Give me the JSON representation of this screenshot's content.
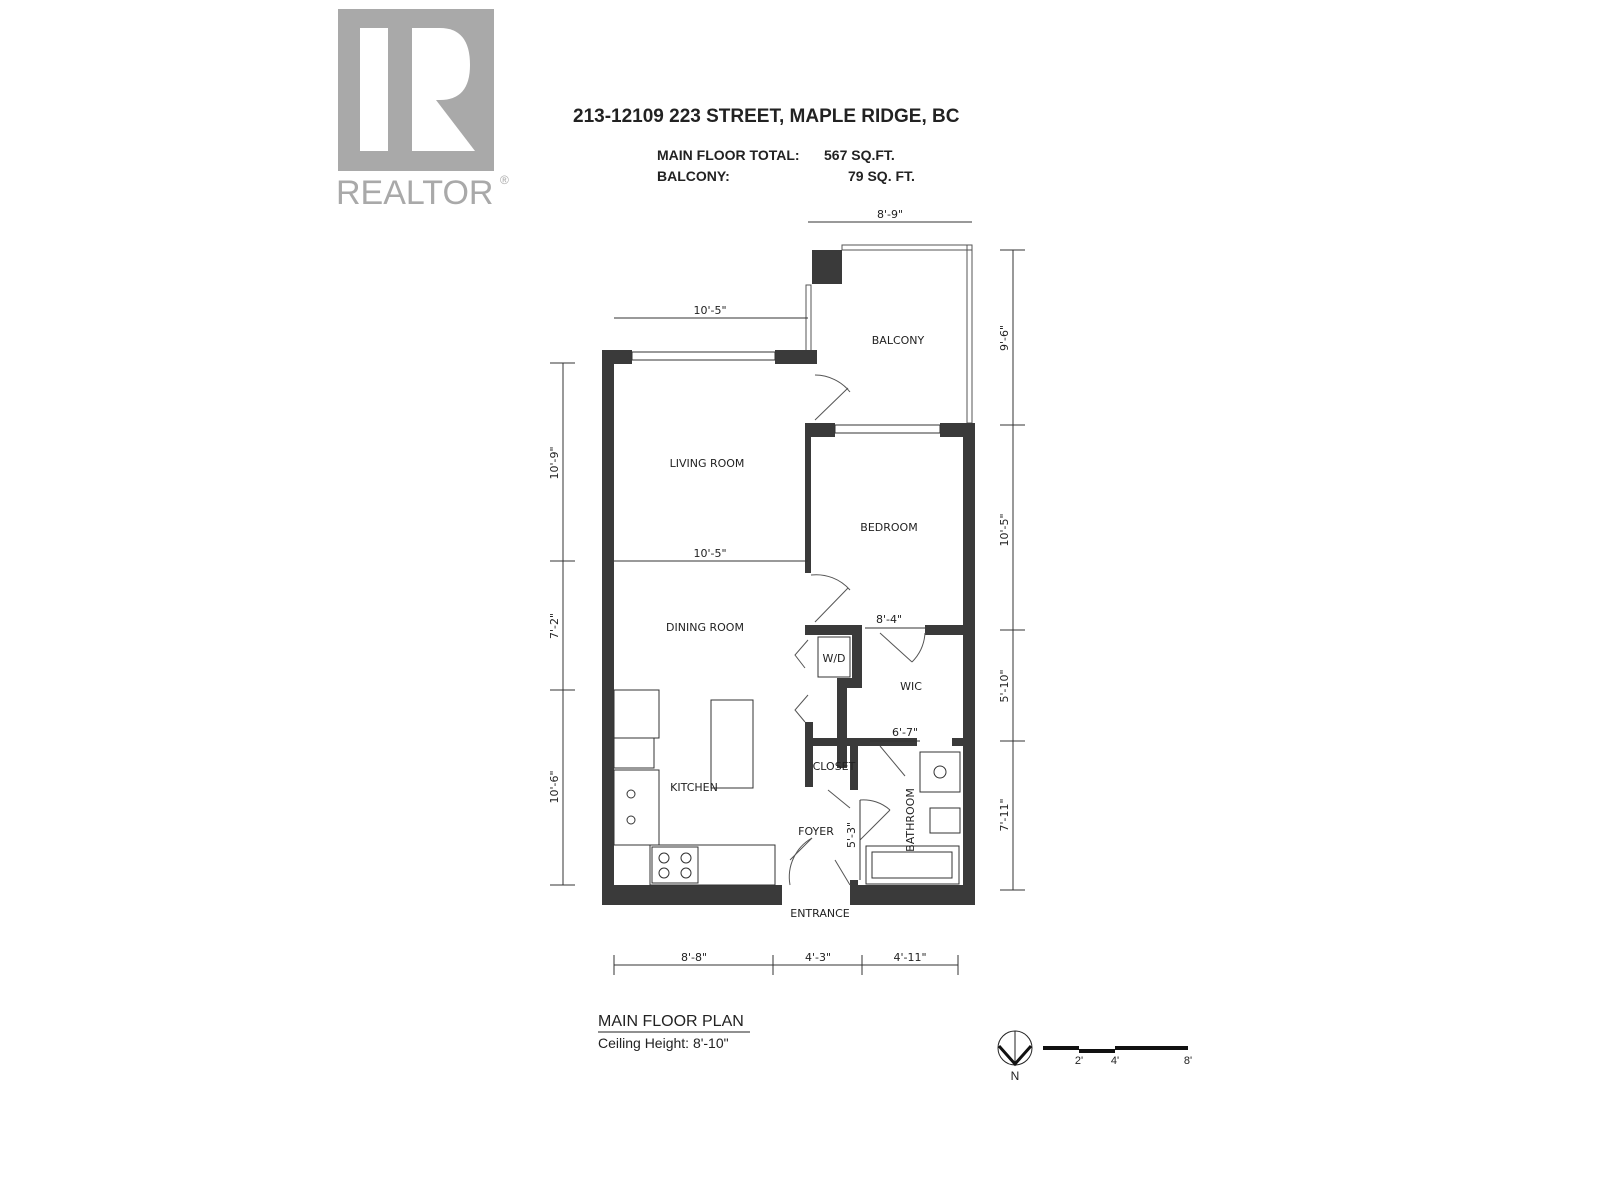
{
  "logo": {
    "text": "REALTOR",
    "mark": "®"
  },
  "header": {
    "address": "213-12109 223 STREET, MAPLE RIDGE, BC",
    "main_floor_label": "MAIN FLOOR TOTAL:",
    "main_floor_value": "567 SQ.FT.",
    "balcony_label": "BALCONY:",
    "balcony_value": "79 SQ. FT."
  },
  "rooms": {
    "balcony": "BALCONY",
    "living": "LIVING ROOM",
    "bedroom": "BEDROOM",
    "dining": "DINING ROOM",
    "wd": "W/D",
    "wic": "WIC",
    "closet": "CLOSET",
    "kitchen": "KITCHEN",
    "foyer": "FOYER",
    "bathroom": "BATHROOM",
    "entrance": "ENTRANCE"
  },
  "dimensions": {
    "balcony_width": "8'-9\"",
    "living_top": "10'-5\"",
    "balcony_depth": "9'-6\"",
    "living_depth": "10'-9\"",
    "living_width": "10'-5\"",
    "bedroom_depth": "10'-5\"",
    "bedroom_width": "8'-4\"",
    "dining_depth": "7'-2\"",
    "wic_depth": "5'-10\"",
    "wic_width": "6'-7\"",
    "kitchen_depth": "10'-6\"",
    "bath_depth": "7'-11\"",
    "foyer_depth": "5'-3\"",
    "bottom_left": "8'-8\"",
    "bottom_mid": "4'-3\"",
    "bottom_right": "4'-11\""
  },
  "footer": {
    "title": "MAIN FLOOR PLAN",
    "ceiling": "Ceiling Height: 8'-10\""
  },
  "scale": {
    "north": "N",
    "ticks": [
      "2'",
      "4'",
      "8'"
    ]
  }
}
